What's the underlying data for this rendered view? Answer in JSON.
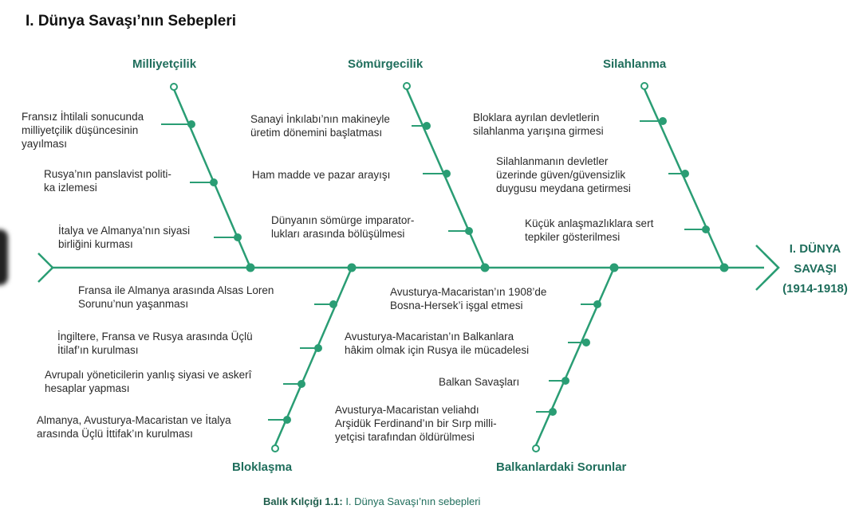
{
  "title": "I. Dünya Savaşı’nın Sebepleri",
  "effect": {
    "line1": "I. DÜNYA",
    "line2": "SAVAŞI",
    "line3": "(1914-1918)"
  },
  "categories": {
    "milliyetcilik": {
      "label": "Milliyetçilik",
      "causes": [
        "Fransız İhtilali sonucunda\nmilliyetçilik düşüncesinin\nyayılması",
        "Rusya’nın panslavist politi-\nka izlemesi",
        "İtalya ve Almanya’nın siyasi\nbirliğini kurması"
      ]
    },
    "somurgecilik": {
      "label": "Sömürgecilik",
      "causes": [
        "Sanayi İnkılabı’nın makineyle\nüretim dönemini başlatması",
        "Ham madde ve pazar arayışı",
        "Dünyanın sömürge imparator-\nlukları arasında bölüşülmesi"
      ]
    },
    "silahlanma": {
      "label": "Silahlanma",
      "causes": [
        "Bloklara ayrılan devletlerin\nsilahlanma yarışına girmesi",
        "Silahlanmanın devletler\nüzerinde güven/güvensizlik\nduygusu meydana getirmesi",
        "Küçük anlaşmazlıklara sert\ntepkiler gösterilmesi"
      ]
    },
    "bloklasma": {
      "label": "Bloklaşma",
      "causes": [
        "Fransa ile Almanya arasında Alsas Loren\nSorunu’nun yaşanması",
        "İngiltere, Fransa ve Rusya arasında Üçlü\nİtilaf’ın kurulması",
        "Avrupalı yöneticilerin yanlış siyasi ve askerî\nhesaplar yapması",
        "Almanya, Avusturya-Macaristan ve İtalya\narasında Üçlü İttifak’ın kurulması"
      ]
    },
    "balkan": {
      "label": "Balkanlardaki Sorunlar",
      "causes": [
        "Avusturya-Macaristan’ın 1908’de\nBosna-Hersek’i işgal etmesi",
        "Avusturya-Macaristan’ın Balkanlara\nhâkim olmak için Rusya ile mücadelesi",
        "Balkan Savaşları",
        "Avusturya-Macaristan veliahdı\nArşidük Ferdinand’ın bir Sırp milli-\nyetçisi tarafından öldürülmesi"
      ]
    }
  },
  "caption": {
    "label": "Balık Kılçığı 1.1:",
    "text": " I. Dünya Savaşı’nın sebepleri"
  },
  "colors": {
    "line": "#2a9d74",
    "heading": "#1f6e5c"
  }
}
